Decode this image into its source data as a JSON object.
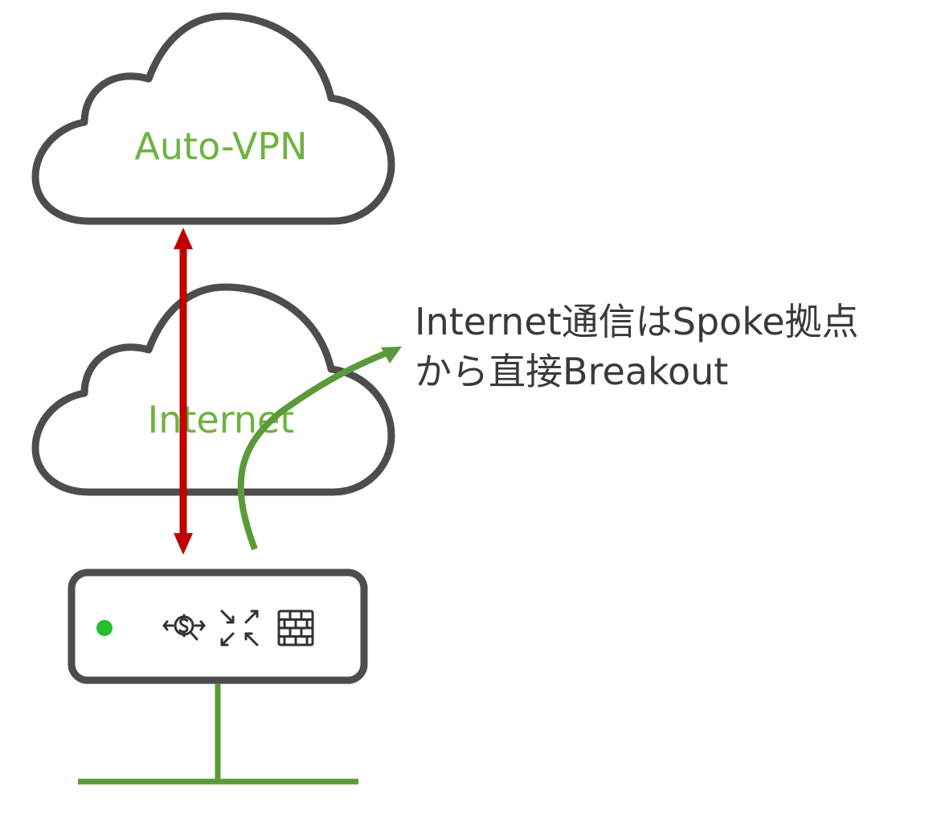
{
  "clouds": {
    "top": {
      "label": "Auto-VPN"
    },
    "middle": {
      "label": "Internet"
    }
  },
  "annotation": {
    "line1": "Internet通信はSpoke拠点",
    "line2": "から直接Breakout"
  },
  "colors": {
    "cloud_outline": "#4d4d4d",
    "cloud_label": "#6db33f",
    "vpn_arrow": "#c00000",
    "breakout_arrow": "#5a9a3a",
    "lan_line": "#5a9a3a",
    "status_led": "#22c02a",
    "annotation_text": "#3a3a3a"
  },
  "device": {
    "status_icon": "status-led",
    "feature_icons": [
      "vpn-routing-icon",
      "wan-optimization-icon",
      "firewall-icon"
    ]
  }
}
